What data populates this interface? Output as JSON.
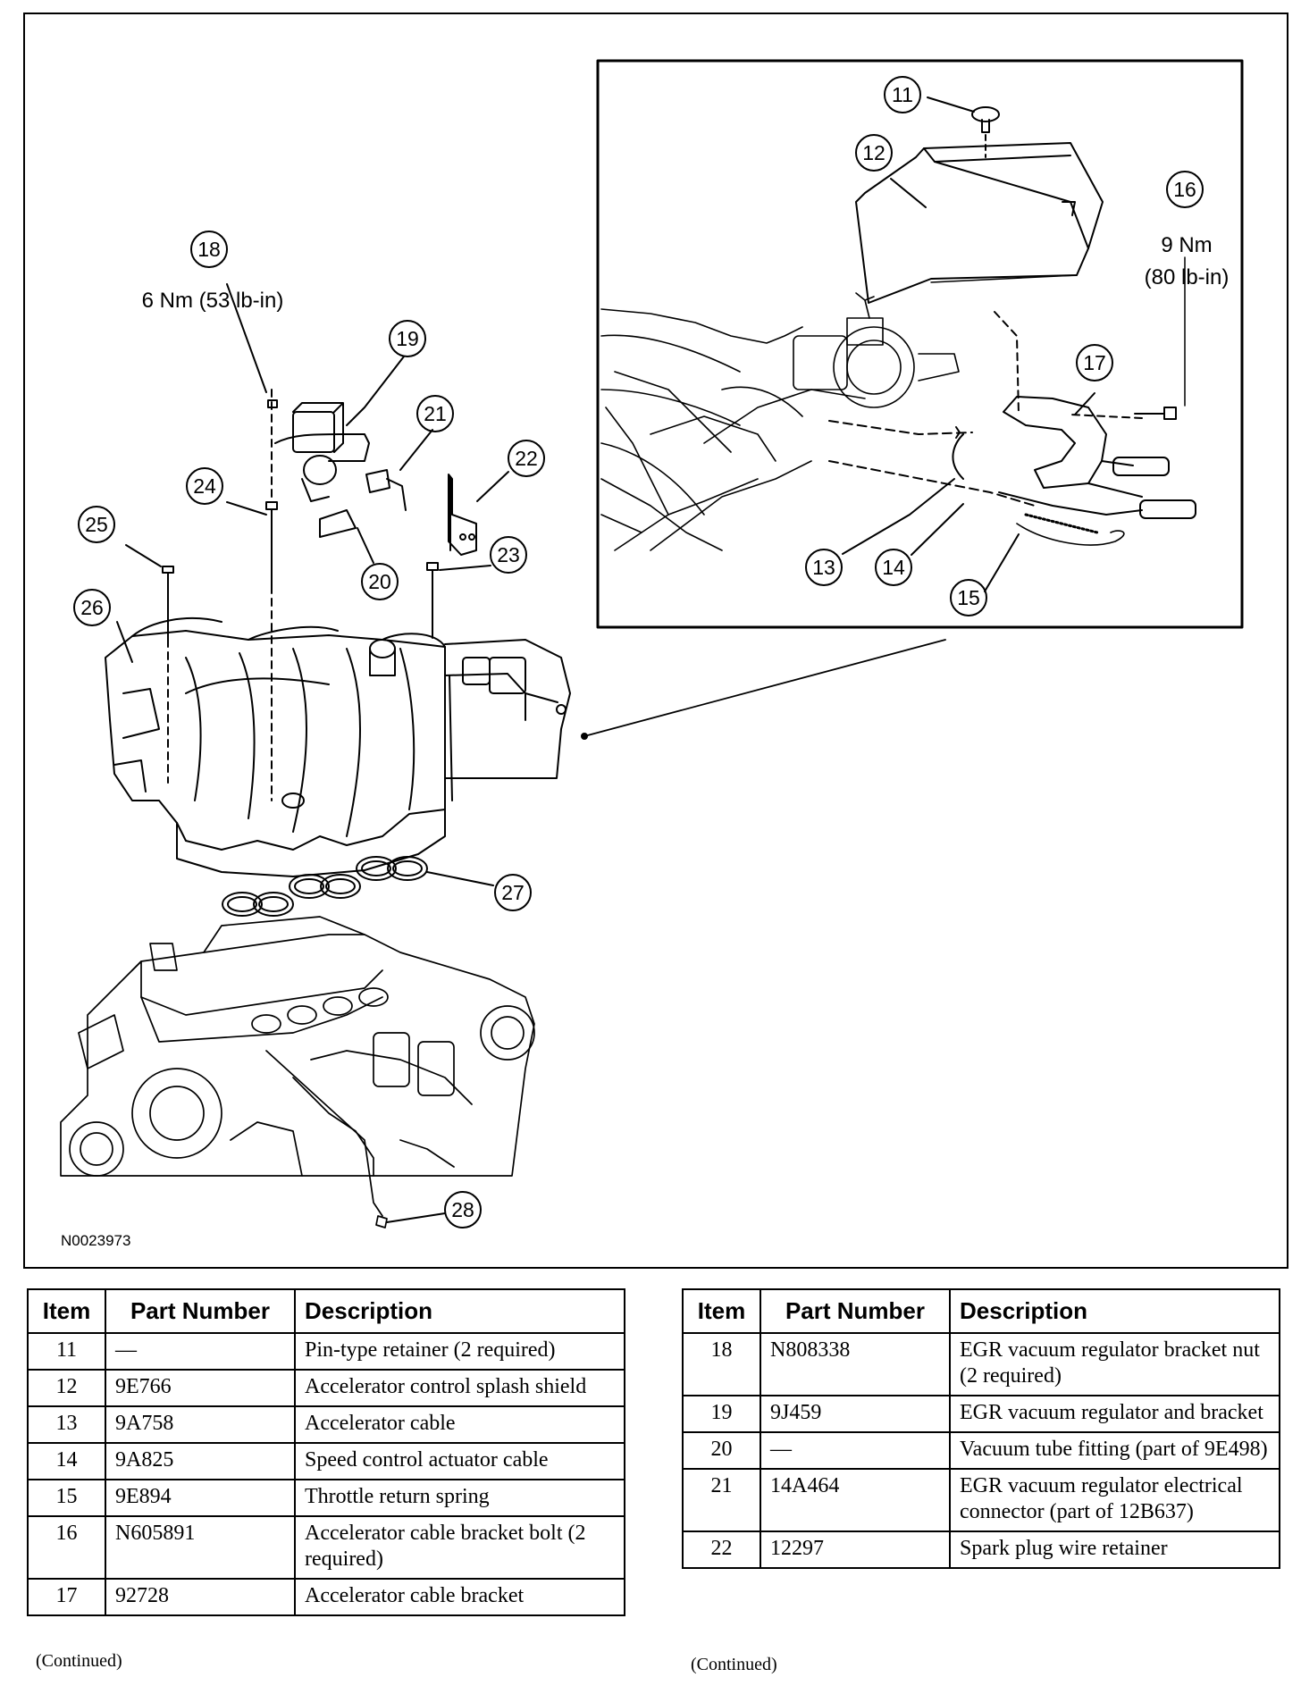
{
  "figure": {
    "figure_id": "N0023973",
    "callouts": {
      "c11": "11",
      "c12": "12",
      "c13": "13",
      "c14": "14",
      "c15": "15",
      "c16": "16",
      "c17": "17",
      "c18": "18",
      "c19": "19",
      "c20": "20",
      "c21": "21",
      "c22": "22",
      "c23": "23",
      "c24": "24",
      "c25": "25",
      "c26": "26",
      "c27": "27",
      "c28": "28"
    },
    "torque_18": "6 Nm (53 lb-in)",
    "torque_16_line1": "9 Nm",
    "torque_16_line2": "(80 lb-in)"
  },
  "table_left": {
    "headers": {
      "item": "Item",
      "part": "Part Number",
      "desc": "Description"
    },
    "rows": [
      {
        "item": "11",
        "part": "—",
        "desc": "Pin-type retainer (2 required)"
      },
      {
        "item": "12",
        "part": "9E766",
        "desc": "Accelerator control splash shield"
      },
      {
        "item": "13",
        "part": "9A758",
        "desc": "Accelerator cable"
      },
      {
        "item": "14",
        "part": "9A825",
        "desc": "Speed control actuator cable"
      },
      {
        "item": "15",
        "part": "9E894",
        "desc": "Throttle return spring"
      },
      {
        "item": "16",
        "part": "N605891",
        "desc": "Accelerator cable bracket bolt (2 required)"
      },
      {
        "item": "17",
        "part": "92728",
        "desc": "Accelerator cable bracket"
      }
    ],
    "continued": "(Continued)"
  },
  "table_right": {
    "headers": {
      "item": "Item",
      "part": "Part Number",
      "desc": "Description"
    },
    "rows": [
      {
        "item": "18",
        "part": "N808338",
        "desc": "EGR vacuum regulator bracket nut (2 required)"
      },
      {
        "item": "19",
        "part": "9J459",
        "desc": "EGR vacuum regulator and bracket"
      },
      {
        "item": "20",
        "part": "—",
        "desc": "Vacuum tube fitting (part of 9E498)"
      },
      {
        "item": "21",
        "part": "14A464",
        "desc": "EGR vacuum regulator electrical connector (part of 12B637)"
      },
      {
        "item": "22",
        "part": "12297",
        "desc": "Spark plug wire retainer"
      }
    ],
    "continued": "(Continued)"
  }
}
